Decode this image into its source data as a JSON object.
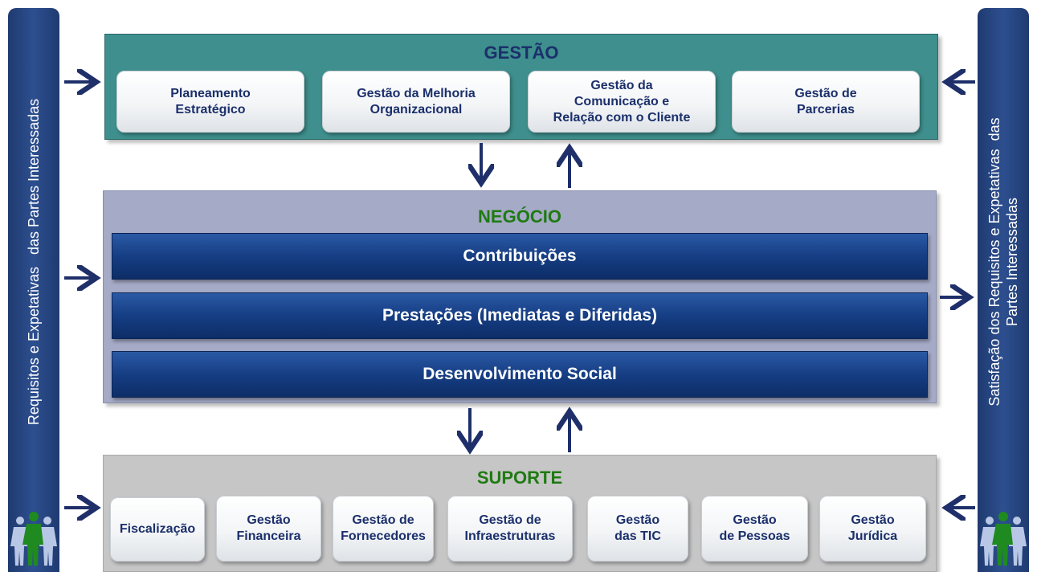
{
  "left_sidebar": {
    "text": "Requisitos e Expetativas   das Partes Interessadas"
  },
  "right_sidebar": {
    "text_line1": "Satisfação dos Requisitos e Expetativas  das",
    "text_line2": "Partes Interessadas"
  },
  "gestao": {
    "title": "GESTÃO",
    "cards": [
      "Planeamento\nEstratégico",
      "Gestão da Melhoria\nOrganizacional",
      "Gestão da\nComunicação e\nRelação com o Cliente",
      "Gestão de\nParcerias"
    ]
  },
  "negocio": {
    "title": "NEGÓCIO",
    "bars": [
      "Contribuições",
      "Prestações (Imediatas e Diferidas)",
      "Desenvolvimento  Social"
    ]
  },
  "suporte": {
    "title": "SUPORTE",
    "cards": [
      "Fiscalização",
      "Gestão\nFinanceira",
      "Gestão de\nFornecedores",
      "Gestão de\nInfraestruturas",
      "Gestão\ndas TIC",
      "Gestão\nde Pessoas",
      "Gestão\nJurídica"
    ]
  },
  "colors": {
    "navy": "#1f3a70",
    "teal": "#3e8f8d",
    "lavender": "#a5aac7",
    "grey": "#c6c6c6",
    "green_title": "#1f7a12"
  }
}
